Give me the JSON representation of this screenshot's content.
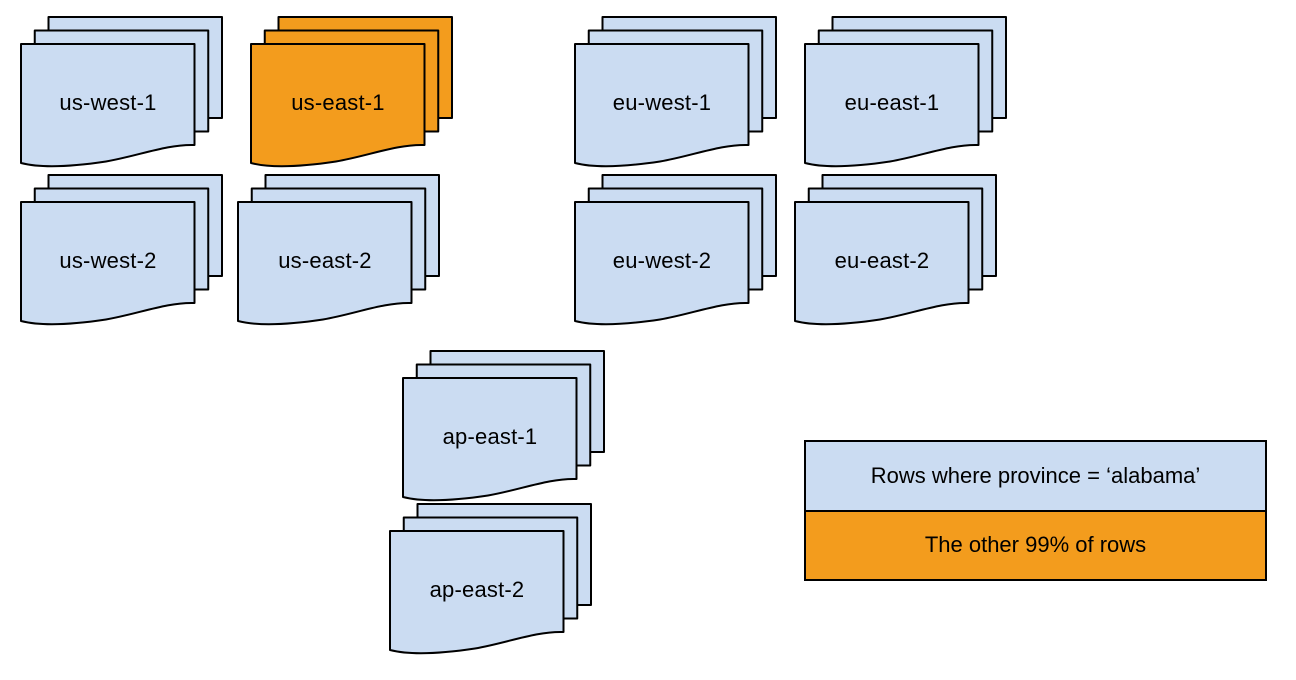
{
  "colors": {
    "document_fill": "#cbdcf2",
    "highlight_fill": "#f39c1d",
    "outline": "#000000",
    "background": "#ffffff"
  },
  "stacks": [
    {
      "label": "us-west-1",
      "color": "#cbdcf2"
    },
    {
      "label": "us-east-1",
      "color": "#f39c1d"
    },
    {
      "label": "eu-west-1",
      "color": "#cbdcf2"
    },
    {
      "label": "eu-east-1",
      "color": "#cbdcf2"
    },
    {
      "label": "us-west-2",
      "color": "#cbdcf2"
    },
    {
      "label": "us-east-2",
      "color": "#cbdcf2"
    },
    {
      "label": "eu-west-2",
      "color": "#cbdcf2"
    },
    {
      "label": "eu-east-2",
      "color": "#cbdcf2"
    },
    {
      "label": "ap-east-1",
      "color": "#cbdcf2"
    },
    {
      "label": "ap-east-2",
      "color": "#cbdcf2"
    }
  ],
  "legend": {
    "rows": [
      {
        "label": "Rows where province = ‘alabama’",
        "color": "#cbdcf2"
      },
      {
        "label": "The other 99% of rows",
        "color": "#f39c1d"
      }
    ]
  }
}
